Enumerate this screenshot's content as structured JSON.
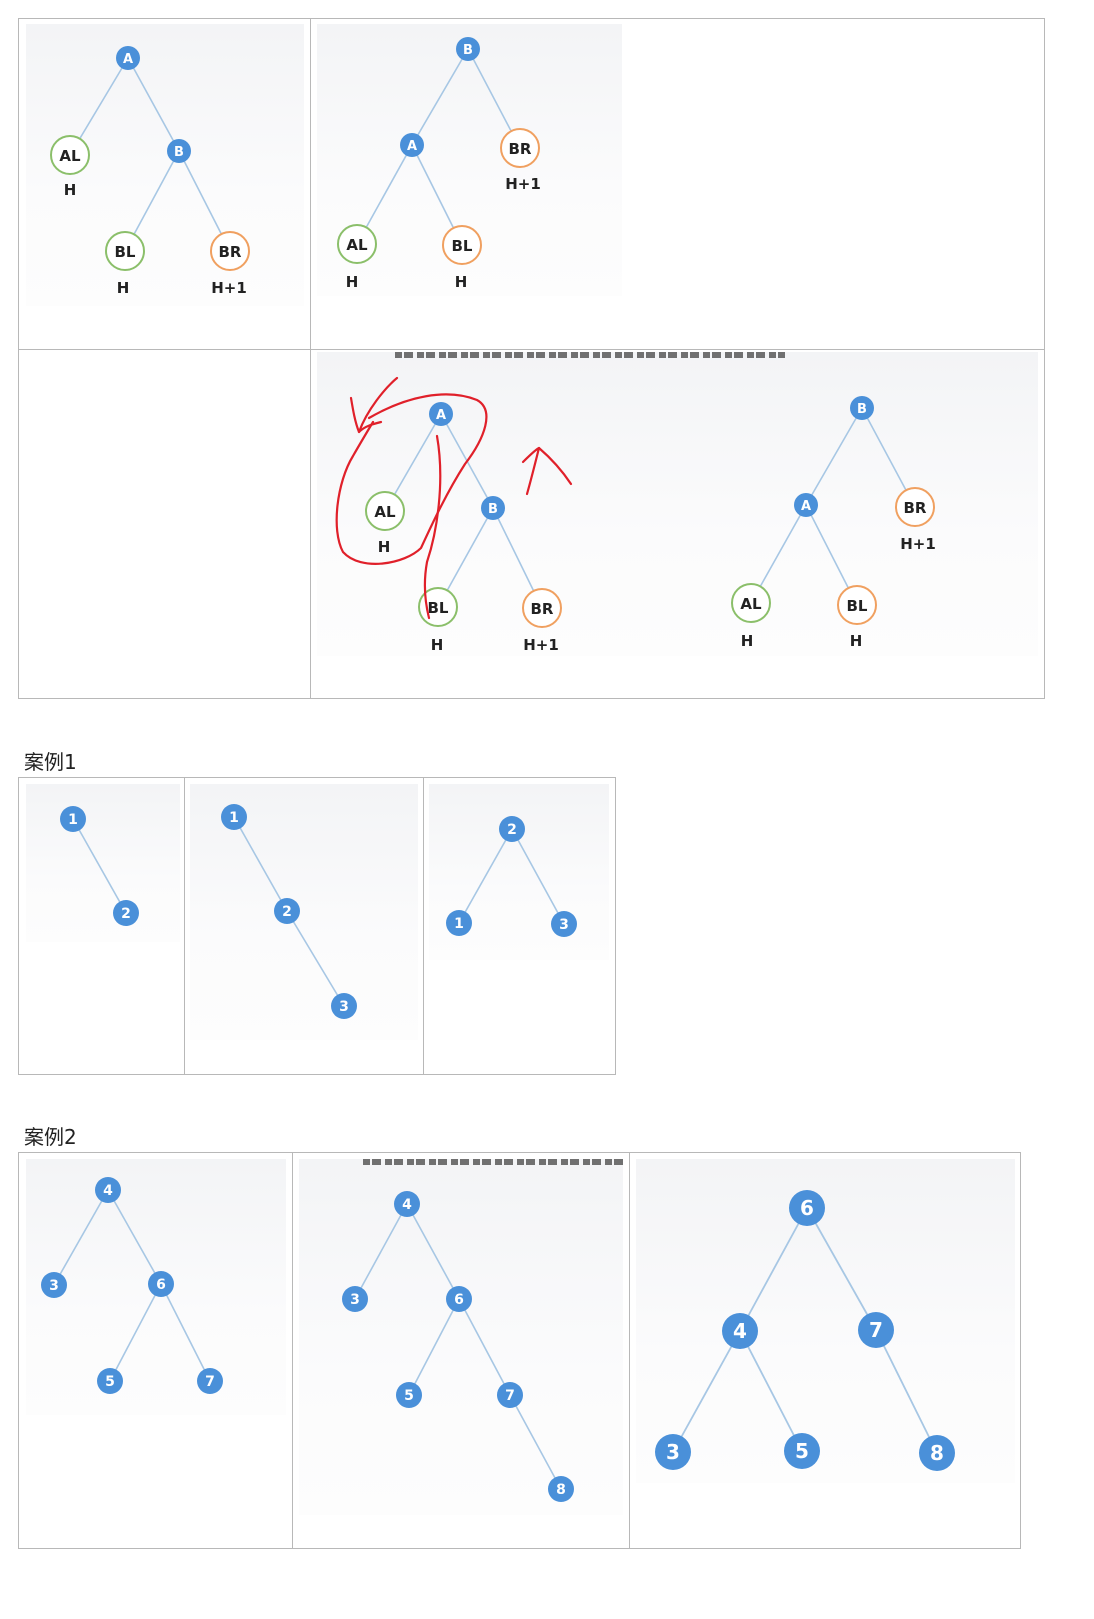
{
  "sections": {
    "case1_caption": "案例1",
    "case2_caption": "案例2"
  },
  "colors": {
    "node_fill": "#4a90d9",
    "subtree_green": "#8bbf6a",
    "subtree_orange": "#f0a060",
    "edge": "#a7c7e4",
    "annotation_red": "#e0202a"
  },
  "diagrams": {
    "rr_before": {
      "root": "A",
      "left_subtree": "AL",
      "left_height": "H",
      "child": "B",
      "child_left": "BL",
      "child_left_height": "H",
      "child_right": "BR",
      "child_right_height": "H+1"
    },
    "rr_after": {
      "root": "B",
      "left": "A",
      "right_subtree": "BR",
      "right_height": "H+1",
      "a_left": "AL",
      "a_left_height": "H",
      "a_right": "BL",
      "a_right_height": "H"
    },
    "annotated_before": {
      "root": "A",
      "al": "AL",
      "al_h": "H",
      "b": "B",
      "bl": "BL",
      "bl_h": "H",
      "br": "BR",
      "br_h": "H+1"
    },
    "annotated_after": {
      "root": "B",
      "a": "A",
      "br": "BR",
      "br_h": "H+1",
      "al": "AL",
      "al_h": "H",
      "bl": "BL",
      "bl_h": "H"
    },
    "case1": [
      {
        "nodes": [
          "1",
          "2"
        ]
      },
      {
        "nodes": [
          "1",
          "2",
          "3"
        ]
      },
      {
        "nodes": [
          "2",
          "1",
          "3"
        ]
      }
    ],
    "case2": [
      {
        "nodes": [
          "4",
          "3",
          "6",
          "5",
          "7"
        ]
      },
      {
        "nodes": [
          "4",
          "3",
          "6",
          "5",
          "7",
          "8"
        ]
      },
      {
        "nodes": [
          "6",
          "4",
          "7",
          "3",
          "5",
          "8"
        ]
      }
    ]
  }
}
